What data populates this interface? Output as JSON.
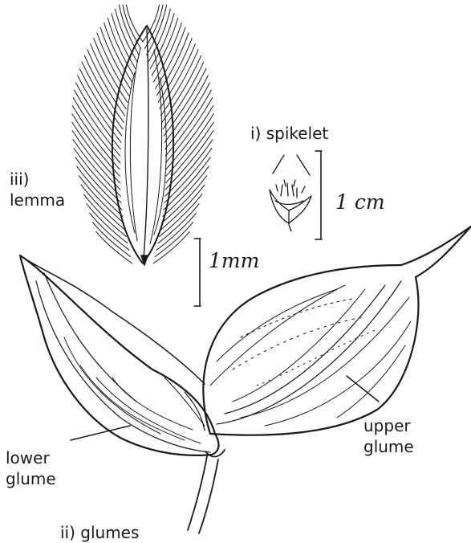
{
  "labels": {
    "lemma": [
      "iii)",
      "lemma"
    ],
    "spikelet": "i) spikelet",
    "glumes": "ii) glumes",
    "lower_glume": [
      "lower",
      "glume"
    ],
    "upper_glume": [
      "upper",
      "glume"
    ]
  },
  "scale_bars": {
    "large": "1 cm",
    "small": "1mm"
  }
}
